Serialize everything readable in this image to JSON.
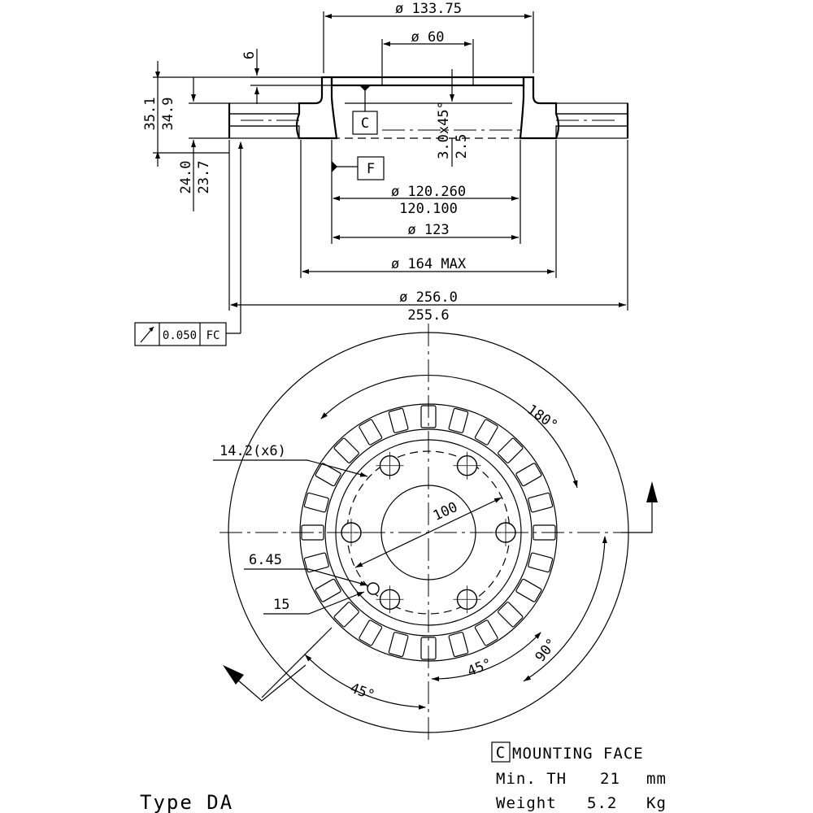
{
  "section_view": {
    "dimensions": {
      "d_133_75": "ø 133.75",
      "d_60": "ø 60",
      "thk_6": "6",
      "h_35_1": "35.1",
      "h_34_9": "34.9",
      "chamfer": "3.0x45°",
      "depth_2_5": "2.5",
      "h_24_0": "24.0",
      "h_23_7": "23.7",
      "d_120_260": "ø 120.260",
      "d_120_100": "120.100",
      "d_123": "ø 123",
      "d_164": "ø 164 MAX",
      "d_256_0": "ø 256.0",
      "d_255_6": "255.6"
    },
    "datum_c": "C",
    "datum_f": "F",
    "tolerance_frame": {
      "symbol": "runout-arrow-icon",
      "value": "0.050",
      "datums": "FC"
    }
  },
  "front_view": {
    "labels": {
      "hole_dia": "14.2(x6)",
      "pcd": "100",
      "small_dia": "6.45",
      "chamfer_dia": "15",
      "angle_180": "180°",
      "angle_90": "90°",
      "angle_45_right": "45°",
      "angle_45_left": "45°"
    }
  },
  "notes": {
    "datum_box": "C",
    "mounting_face": "MOUNTING FACE",
    "min_th_label": "Min. TH",
    "min_th_value": "21",
    "min_th_unit": "mm",
    "weight_label": "Weight",
    "weight_value": "5.2",
    "weight_unit": "Kg"
  },
  "footer": {
    "type_label": "Type DA"
  }
}
